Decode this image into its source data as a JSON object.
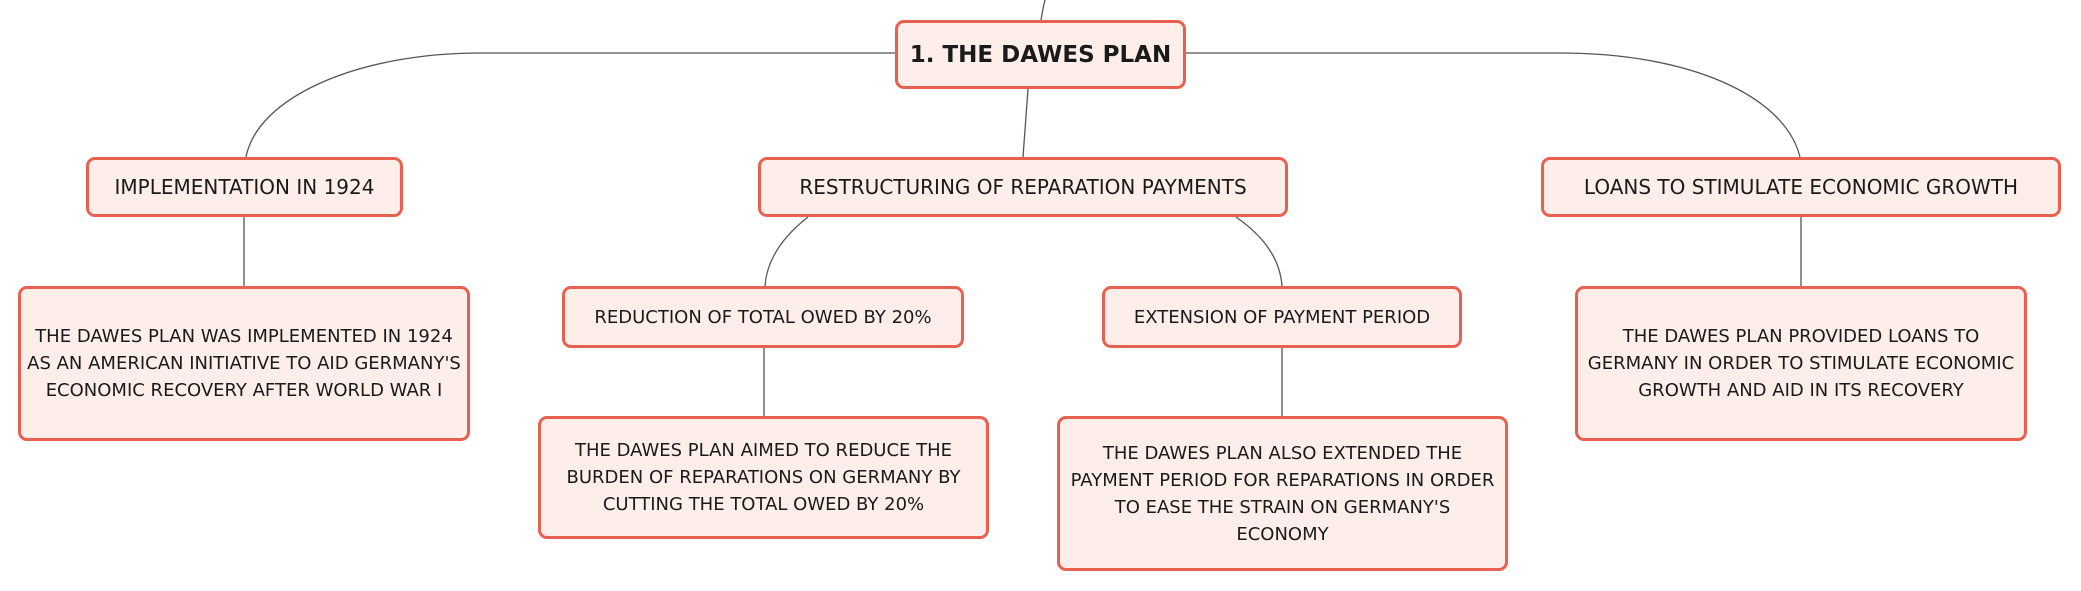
{
  "diagram": {
    "root": {
      "label": "1. THE DAWES PLAN"
    },
    "topics": [
      {
        "label": "IMPLEMENTATION IN 1924",
        "detail": "THE DAWES PLAN WAS IMPLEMENTED IN 1924 AS AN AMERICAN INITIATIVE TO AID GERMANY'S ECONOMIC RECOVERY AFTER WORLD WAR I"
      },
      {
        "label": "RESTRUCTURING OF REPARATION PAYMENTS",
        "subtopics": [
          {
            "label": "REDUCTION OF TOTAL OWED BY 20%",
            "detail": "THE DAWES PLAN AIMED TO REDUCE THE BURDEN OF REPARATIONS ON GERMANY BY CUTTING THE TOTAL OWED BY 20%"
          },
          {
            "label": "EXTENSION OF PAYMENT PERIOD",
            "detail": "THE DAWES PLAN ALSO EXTENDED THE PAYMENT PERIOD FOR REPARATIONS IN ORDER TO EASE THE STRAIN ON GERMANY'S ECONOMY"
          }
        ]
      },
      {
        "label": "LOANS TO STIMULATE ECONOMIC GROWTH",
        "detail": "THE DAWES PLAN PROVIDED LOANS TO GERMANY IN ORDER TO STIMULATE ECONOMIC GROWTH AND AID IN ITS RECOVERY"
      }
    ]
  }
}
